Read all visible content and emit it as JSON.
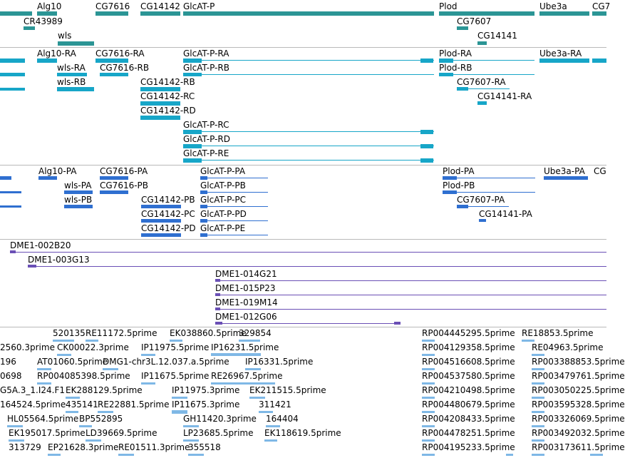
{
  "colors": {
    "gene_track": "#2b9595",
    "transcript_track": "#17a6c8",
    "protein_track": "#2f6fd0",
    "clone_track": "#6a4fb5",
    "est_track": "#7fb8e6",
    "separator": "#b9b9b9"
  },
  "tracks": {
    "genes": {
      "labels": [
        "Alg10",
        "CG7616",
        "CG14142",
        "GlcAT-P",
        "Plod",
        "Ube3a",
        "CG7",
        "CR43989",
        "CG7607",
        "wls",
        "CG14141"
      ]
    },
    "transcripts": {
      "labels": [
        "Alg10-RA",
        "CG7616-RA",
        "GlcAT-P-RA",
        "Plod-RA",
        "Ube3a-RA",
        "wls-RA",
        "CG7616-RB",
        "GlcAT-P-RB",
        "Plod-RB",
        "wls-RB",
        "CG14142-RB",
        "CG7607-RA",
        "CG14142-RC",
        "CG14141-RA",
        "CG14142-RD",
        "GlcAT-P-RC",
        "GlcAT-P-RD",
        "GlcAT-P-RE"
      ]
    },
    "proteins": {
      "labels": [
        "Alg10-PA",
        "CG7616-PA",
        "GlcAT-P-PA",
        "Plod-PA",
        "Ube3a-PA",
        "CG",
        "wls-PA",
        "CG7616-PB",
        "GlcAT-P-PB",
        "Plod-PB",
        "wls-PB",
        "CG14142-PB",
        "GlcAT-P-PC",
        "CG7607-PA",
        "CG14142-PC",
        "GlcAT-P-PD",
        "CG14141-PA",
        "CG14142-PD",
        "GlcAT-P-PE"
      ]
    },
    "clones": {
      "labels": [
        "DME1-002B20",
        "DME1-003G13",
        "DME1-014G21",
        "DME1-015P23",
        "DME1-019M14",
        "DME1-012G06"
      ]
    },
    "ests": {
      "labels": [
        "520135",
        "RE11172.5prime",
        "EK038860.5prime",
        "329854",
        "RP004445295.5prime",
        "RE18853.5prime",
        "2560.3prime",
        "CK00022.3prime",
        "IP11975.5prime",
        "IP16231.5prime",
        "RP004129358.5prime",
        "RE04963.5prime",
        "196",
        "AT01060.5prime",
        "DMG1-chr3L.12.037.a.5prime",
        "IP16331.5prime",
        "RP004516608.5prime",
        "RP003388853.5prime",
        "0698",
        "RP004085398.5prime",
        "IP11675.5prime",
        "RE26967.5prime",
        "RP004537580.5prime",
        "RP003479761.5prime",
        "G5A.3_1.I24.F1",
        "EK288129.5prime",
        "IP11975.3prime",
        "EK211515.5prime",
        "RP004210498.5prime",
        "RP003050225.5prime",
        "164524.5prime",
        "435141",
        "RE22881.5prime",
        "IP11675.3prime",
        "311421",
        "RP004480679.5prime",
        "RP003595328.5prime",
        "HL05564.5prime",
        "BP552895",
        "GH11420.3prime",
        "164404",
        "RP004208433.5prime",
        "RP003326069.5prime",
        "EK195017.5prime",
        "LD39669.5prime",
        "LP23685.5prime",
        "EK118619.5prime",
        "RP004478251.5prime",
        "RP003492032.5prime",
        "313729",
        "EP21628.3prime",
        "RE01511.3prime",
        "355518",
        "RP004195233.5prime",
        "RP003173611.5prime"
      ]
    }
  }
}
